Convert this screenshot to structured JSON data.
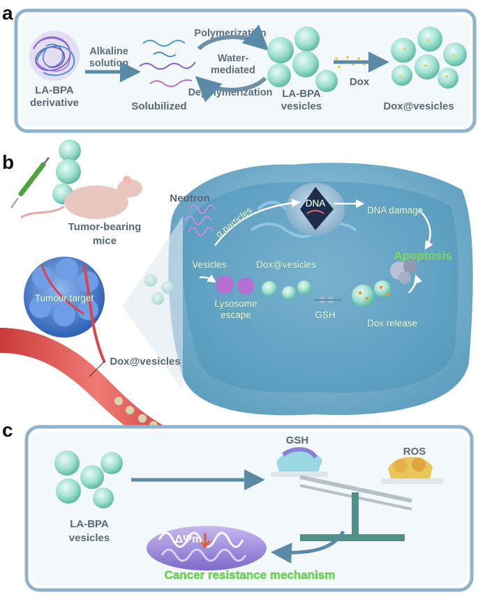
{
  "panel_a": {
    "letter": "a",
    "derivative_label_1": "LA-BPA",
    "derivative_label_2": "derivative",
    "alkaline_1": "Alkaline",
    "alkaline_2": "solution",
    "polymerization": "Polymerization",
    "water_1": "Water-",
    "water_2": "mediated",
    "depolymerization": "Depolymerization",
    "solubilized": "Solubilized",
    "vesicles_1": "LA-BPA",
    "vesicles_2": "vesicles",
    "dox": "Dox",
    "dox_vesicles": "Dox@vesicles"
  },
  "panel_b": {
    "letter": "b",
    "neutron": "Neutron",
    "alpha": "α particles",
    "dna": "DNA",
    "dna_damage": "DNA damage",
    "apoptosis": "Apoptosis",
    "vesicles": "Vesicles",
    "dox_vesicles": "Dox@vesicles",
    "lysosome_1": "Lysosome",
    "lysosome_2": "escape",
    "gsh": "GSH",
    "dox_release": "Dox release",
    "tumor_1": "Tumor-bearing",
    "tumor_2": "mice",
    "tumour_target": "Tumour target",
    "dox_vesicles_vessel": "Dox@vesicles"
  },
  "panel_c": {
    "letter": "c",
    "gsh": "GSH",
    "ros": "ROS",
    "vesicles_1": "LA-BPA",
    "vesicles_2": "vesicles",
    "delta": "ΔΨm",
    "mechanism": "Cancer resistance mechanism"
  },
  "colors": {
    "panel_border": "#8fb3cc",
    "vesicle": "#9fe0cf",
    "cell": "#7fbcd8",
    "vessel": "#e05a5a",
    "tumor": "#4f86d6",
    "arrow": "#5b8aa6",
    "glow_green": "#6fdc4f"
  }
}
